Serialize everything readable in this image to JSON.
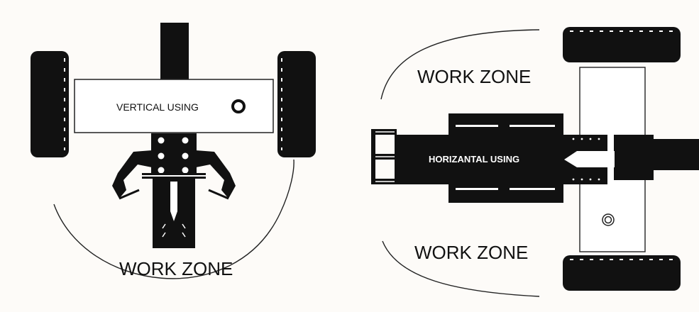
{
  "colors": {
    "background": "#fdfbf8",
    "ink": "#111111",
    "panel": "#ffffff"
  },
  "left_diagram": {
    "label_mode": "VERTICAL USING",
    "label_zone": "WORK ZONE"
  },
  "right_diagram": {
    "label_mode": "HORIZANTAL USING",
    "label_zone_top": "WORK ZONE",
    "label_zone_bottom": "WORK ZONE"
  }
}
